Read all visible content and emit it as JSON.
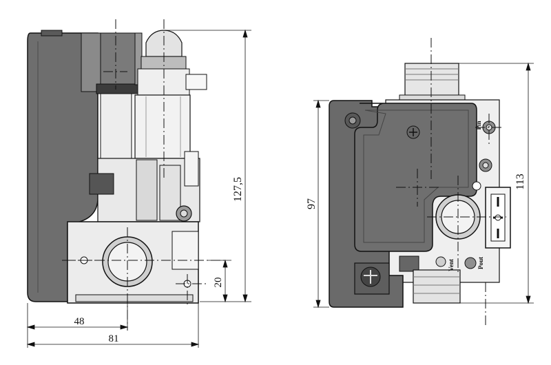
{
  "drawing": {
    "left_view": {
      "dim_height": "127,5",
      "dim_port_offset": "20",
      "dim_centre_width": "48",
      "dim_overall_width": "81"
    },
    "right_view": {
      "dim_height_left": "97",
      "dim_height_right": "113",
      "label_pin": "Pin",
      "label_pout": "Pout",
      "label_vent": "Vent"
    }
  }
}
